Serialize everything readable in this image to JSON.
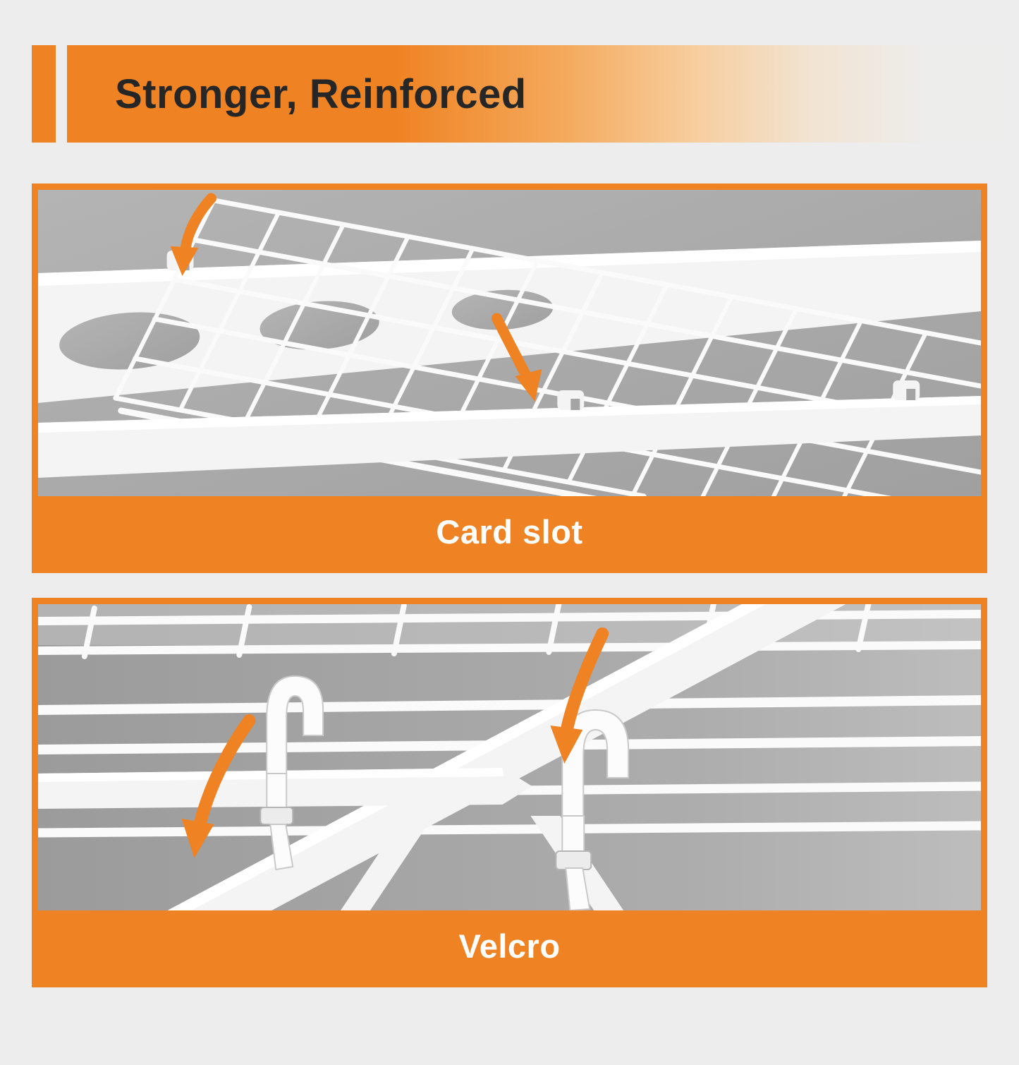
{
  "page": {
    "background": "#ededed",
    "accent": "#EF8222"
  },
  "header": {
    "title": "Stronger, Reinforced"
  },
  "panels": [
    {
      "id": "card-slot",
      "caption": "Card slot"
    },
    {
      "id": "velcro",
      "caption": "Velcro"
    }
  ],
  "icons": [
    {
      "name": "curved-arrow-icon",
      "meaning": "points to the highlighted feature",
      "color": "#EF8222"
    }
  ]
}
